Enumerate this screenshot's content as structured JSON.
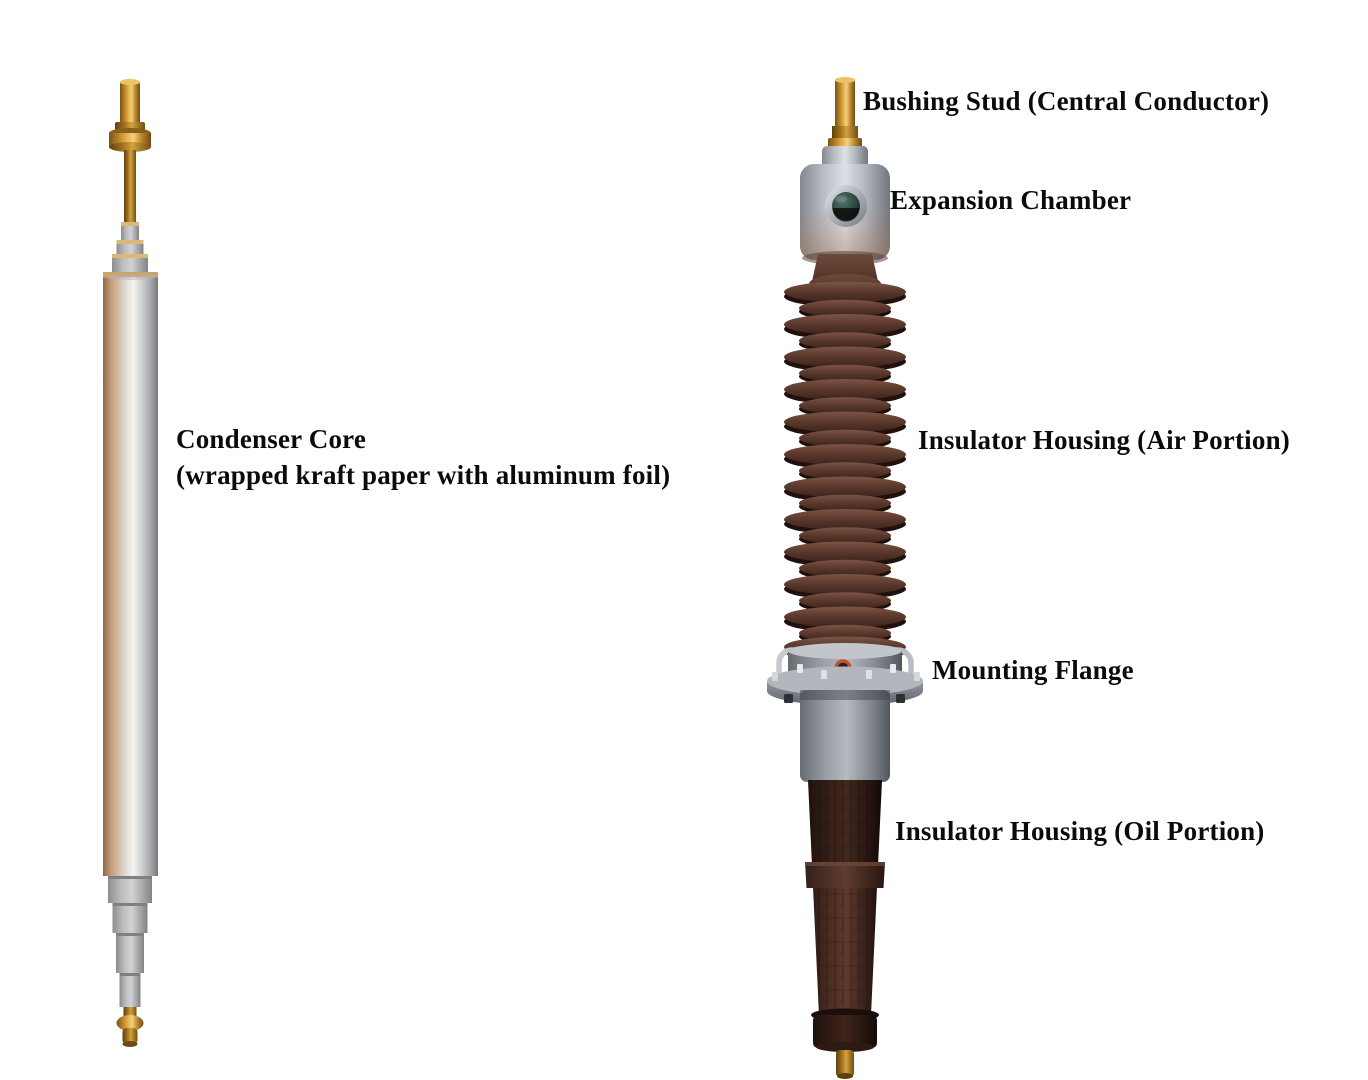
{
  "diagram": {
    "background": "#ffffff",
    "left_figure": {
      "label_line1": "Condenser Core",
      "label_line2": "(wrapped kraft paper with aluminum foil)"
    },
    "right_figure": {
      "labels": {
        "bushing_stud": "Bushing Stud (Central Conductor)",
        "expansion_chamber": "Expansion Chamber",
        "air_insulator": "Insulator Housing (Air Portion)",
        "mounting_flange": "Mounting Flange",
        "oil_insulator": "Insulator Housing (Oil Portion)"
      }
    },
    "colors": {
      "brass": "#c89a3a",
      "steel": "#c6cad0",
      "shed_brown": "#5d3a2f",
      "oil_brown": "#40271f",
      "flange_gray": "#9aa0a7",
      "text": "#0b0b0b"
    }
  }
}
